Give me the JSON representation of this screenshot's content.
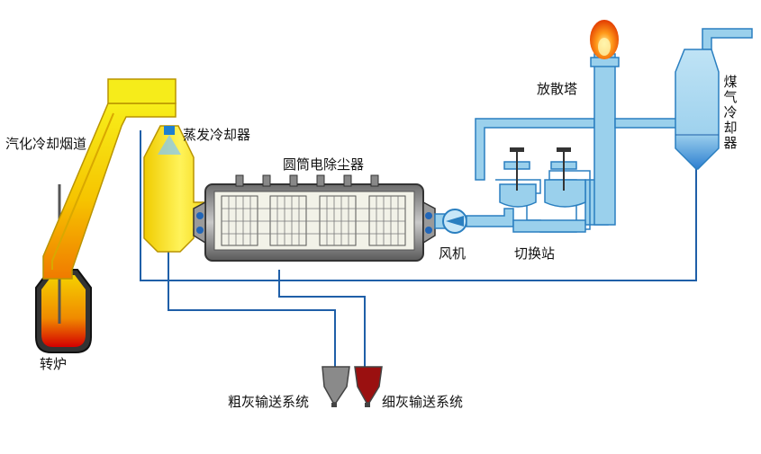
{
  "diagram": {
    "labels": {
      "flare_tower": "放散塔",
      "gas_cooler": "煤气冷却器",
      "vaporization_flue": "汽化冷却烟道",
      "evaporative_cooler": "蒸发冷却器",
      "cylindrical_esp": "圆筒电除尘器",
      "fan": "风机",
      "switching_station": "切换站",
      "converter": "转炉",
      "coarse_ash_system": "粗灰输送系统",
      "fine_ash_system": "细灰输送系统"
    },
    "colors": {
      "flue_yellow": "#f2e600",
      "pipe_blue": "#9ad0ec",
      "pipe_outline": "#2a7fc0",
      "signal_line": "#1f5fa8",
      "coarse_ash": "#8a8a8a",
      "fine_ash": "#9a1010",
      "flame": "#ff6a00"
    }
  }
}
